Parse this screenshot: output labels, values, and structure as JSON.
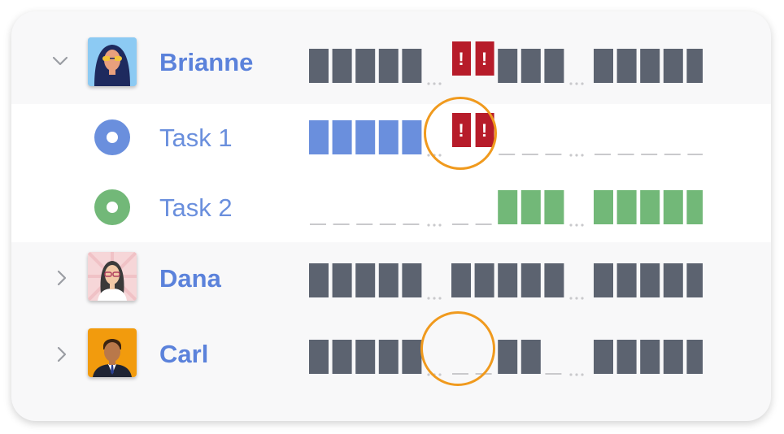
{
  "people": [
    {
      "name": "Brianne",
      "expanded": true,
      "avatar": "woman-sunglasses-avatar"
    },
    {
      "name": "Dana",
      "expanded": false,
      "avatar": "woman-glasses-avatar"
    },
    {
      "name": "Carl",
      "expanded": false,
      "avatar": "man-suit-avatar"
    }
  ],
  "tasks": [
    {
      "label": "Task 1",
      "color": "#6a8fdd"
    },
    {
      "label": "Task 2",
      "color": "#72b878"
    }
  ],
  "colors": {
    "accent": "#5b82db",
    "person_bar": "#5c6370",
    "task1_bar": "#6a8fdd",
    "task2_bar": "#72b878",
    "conflict": "#b71c2a",
    "highlight_ring": "#f09a1e",
    "empty_dash": "#c9c9cc"
  },
  "conflict_mark": "!",
  "icons": {
    "expanded": "chevron-down-icon",
    "collapsed": "chevron-right-icon",
    "task": "task-dot-icon"
  },
  "timelines": {
    "brianne": [
      "bar",
      "bar",
      "bar",
      "bar",
      "bar",
      "gap",
      "conflict",
      "conflict",
      "bar",
      "bar",
      "bar",
      "gap",
      "bar",
      "bar",
      "bar",
      "bar",
      "bar"
    ],
    "task1": [
      "bar",
      "bar",
      "bar",
      "bar",
      "bar",
      "gap",
      "conflict",
      "conflict",
      "empty",
      "empty",
      "empty",
      "gap",
      "empty",
      "empty",
      "empty",
      "empty",
      "empty"
    ],
    "task2": [
      "empty",
      "empty",
      "empty",
      "empty",
      "empty",
      "gap",
      "empty",
      "empty",
      "bar",
      "bar",
      "bar",
      "gap",
      "bar",
      "bar",
      "bar",
      "bar",
      "bar"
    ],
    "dana": [
      "bar",
      "bar",
      "bar",
      "bar",
      "bar",
      "gap",
      "bar",
      "bar",
      "bar",
      "bar",
      "bar",
      "gap",
      "bar",
      "bar",
      "bar",
      "bar",
      "bar"
    ],
    "carl": [
      "bar",
      "bar",
      "bar",
      "bar",
      "bar",
      "gap",
      "empty",
      "empty",
      "bar",
      "bar",
      "empty",
      "gap",
      "bar",
      "bar",
      "bar",
      "bar",
      "bar"
    ]
  }
}
